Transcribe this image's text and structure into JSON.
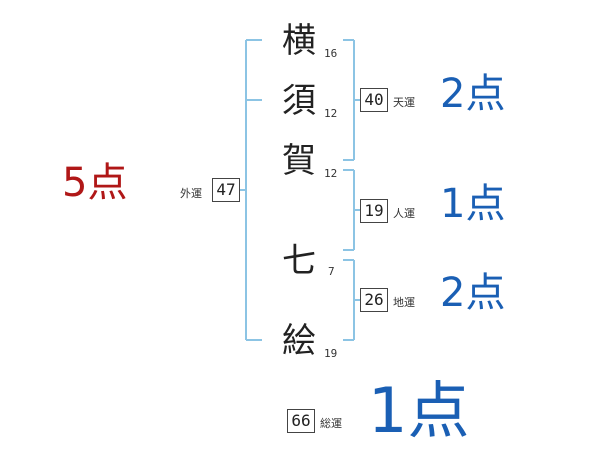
{
  "name_chars": [
    {
      "char": "横",
      "strokes": "16"
    },
    {
      "char": "須",
      "strokes": "12"
    },
    {
      "char": "賀",
      "strokes": "12"
    },
    {
      "char": "七",
      "strokes": "7"
    },
    {
      "char": "絵",
      "strokes": "19"
    }
  ],
  "gaiun": {
    "label": "外運",
    "value": "47",
    "points": "5点"
  },
  "tenun": {
    "label": "天運",
    "value": "40",
    "points": "2点"
  },
  "jinun": {
    "label": "人運",
    "value": "19",
    "points": "1点"
  },
  "chiun": {
    "label": "地運",
    "value": "26",
    "points": "2点"
  },
  "souun": {
    "label": "総運",
    "value": "66",
    "points": "1点"
  },
  "colors": {
    "bracket": "#8cc4e4",
    "blue_points": "#1a5fb4",
    "red_points": "#b01717"
  }
}
